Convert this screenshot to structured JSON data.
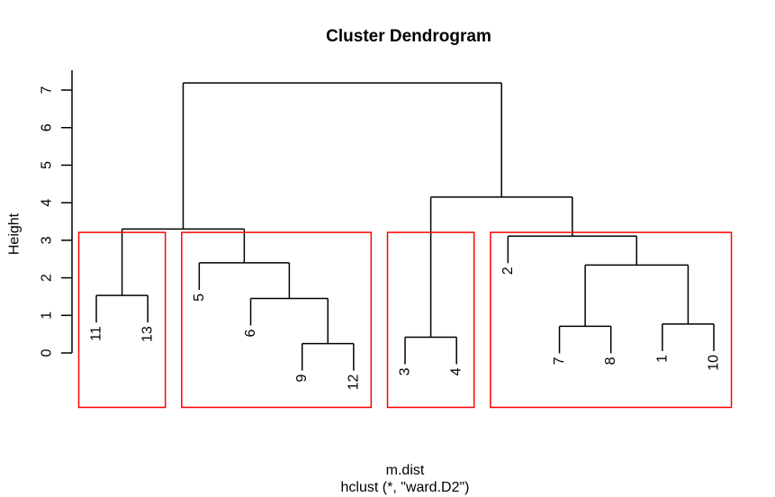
{
  "chart_data": {
    "type": "dendrogram",
    "title": "Cluster Dendrogram",
    "ylabel": "Height",
    "xlabel": "m.dist",
    "subtitle": "hclust (*, \"ward.D2\")",
    "line_color": "#000000",
    "box_color": "#ff0000",
    "y_ticks": [
      0,
      1,
      2,
      3,
      4,
      5,
      6,
      7
    ],
    "ylim": [
      0,
      7.5
    ],
    "hang": 0.72,
    "leaf_order": [
      "11",
      "13",
      "5",
      "6",
      "9",
      "12",
      "3",
      "4",
      "2",
      "7",
      "8",
      "1",
      "10"
    ],
    "merges": [
      {
        "id": "n1",
        "left": "11",
        "right": "13",
        "height": 1.53
      },
      {
        "id": "n2",
        "left": "9",
        "right": "12",
        "height": 0.25
      },
      {
        "id": "n3",
        "left": "6",
        "right": "n2",
        "height": 1.45
      },
      {
        "id": "n4",
        "left": "5",
        "right": "n3",
        "height": 2.4
      },
      {
        "id": "n5",
        "left": "n1",
        "right": "n4",
        "height": 3.3
      },
      {
        "id": "n6",
        "left": "3",
        "right": "4",
        "height": 0.42
      },
      {
        "id": "n7",
        "left": "7",
        "right": "8",
        "height": 0.71
      },
      {
        "id": "n8",
        "left": "1",
        "right": "10",
        "height": 0.77
      },
      {
        "id": "n9",
        "left": "n7",
        "right": "n8",
        "height": 2.34
      },
      {
        "id": "n10",
        "left": "2",
        "right": "n9",
        "height": 3.11
      },
      {
        "id": "n11",
        "left": "n6",
        "right": "n10",
        "height": 4.15
      },
      {
        "id": "root",
        "left": "n5",
        "right": "n11",
        "height": 7.19
      }
    ],
    "cluster_boxes": {
      "count": 4,
      "top_height": 3.21,
      "bottom_height": -1.45,
      "groups": [
        [
          "11",
          "13"
        ],
        [
          "5",
          "6",
          "9",
          "12"
        ],
        [
          "3",
          "4"
        ],
        [
          "2",
          "7",
          "8",
          "1",
          "10"
        ]
      ]
    }
  }
}
